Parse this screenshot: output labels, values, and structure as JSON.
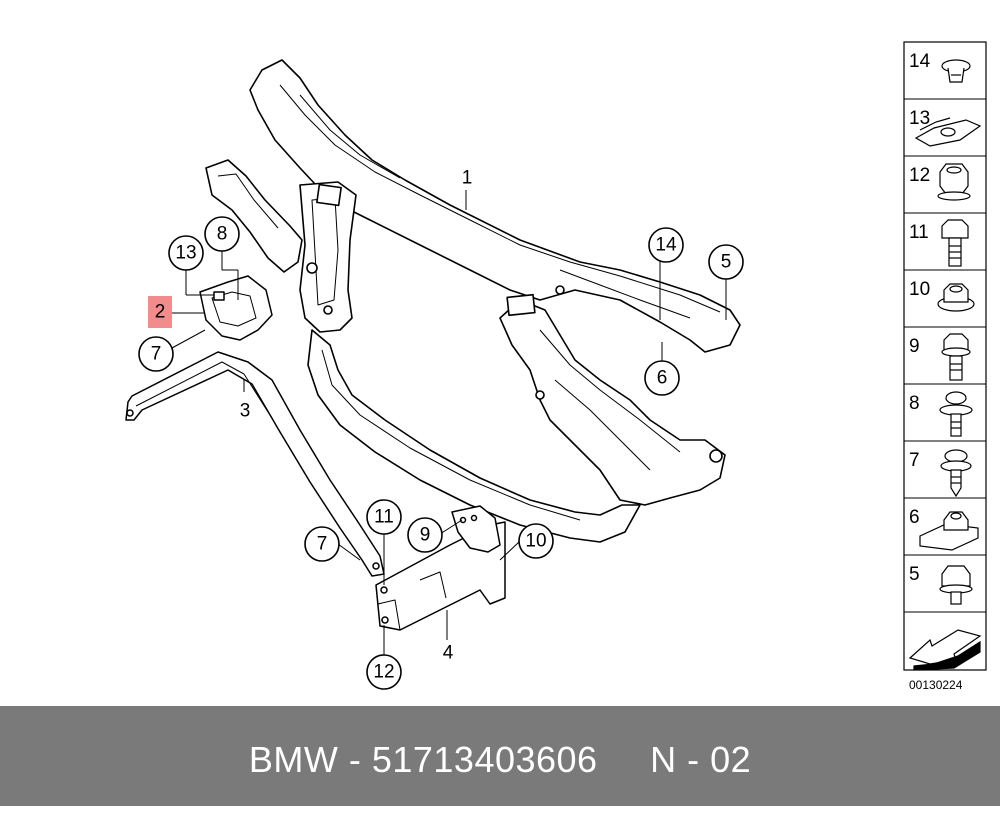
{
  "diagram": {
    "main_part_labels": [
      "1",
      "3",
      "4"
    ],
    "callouts": [
      "2",
      "5",
      "6",
      "7",
      "7",
      "8",
      "9",
      "10",
      "11",
      "12",
      "13",
      "14"
    ],
    "highlighted_callout": "2",
    "highlight_color": "#f28b8b",
    "diagram_id": "00130224"
  },
  "sidebar": {
    "items": [
      {
        "num": "14",
        "icon": "clip-fastener-icon"
      },
      {
        "num": "13",
        "icon": "spring-nut-clip-icon"
      },
      {
        "num": "12",
        "icon": "hex-collar-nut-icon"
      },
      {
        "num": "11",
        "icon": "hex-bolt-icon"
      },
      {
        "num": "10",
        "icon": "flange-nut-icon"
      },
      {
        "num": "9",
        "icon": "hex-bolt-with-washer-icon"
      },
      {
        "num": "8",
        "icon": "bolt-with-washer-icon"
      },
      {
        "num": "7",
        "icon": "self-tapping-screw-icon"
      },
      {
        "num": "6",
        "icon": "clip-nut-icon"
      },
      {
        "num": "5",
        "icon": "hex-collar-bolt-icon"
      },
      {
        "num": "",
        "icon": "direction-arrow-icon"
      }
    ]
  },
  "footer": {
    "text": "BMW - 51713403606     N - 02"
  }
}
